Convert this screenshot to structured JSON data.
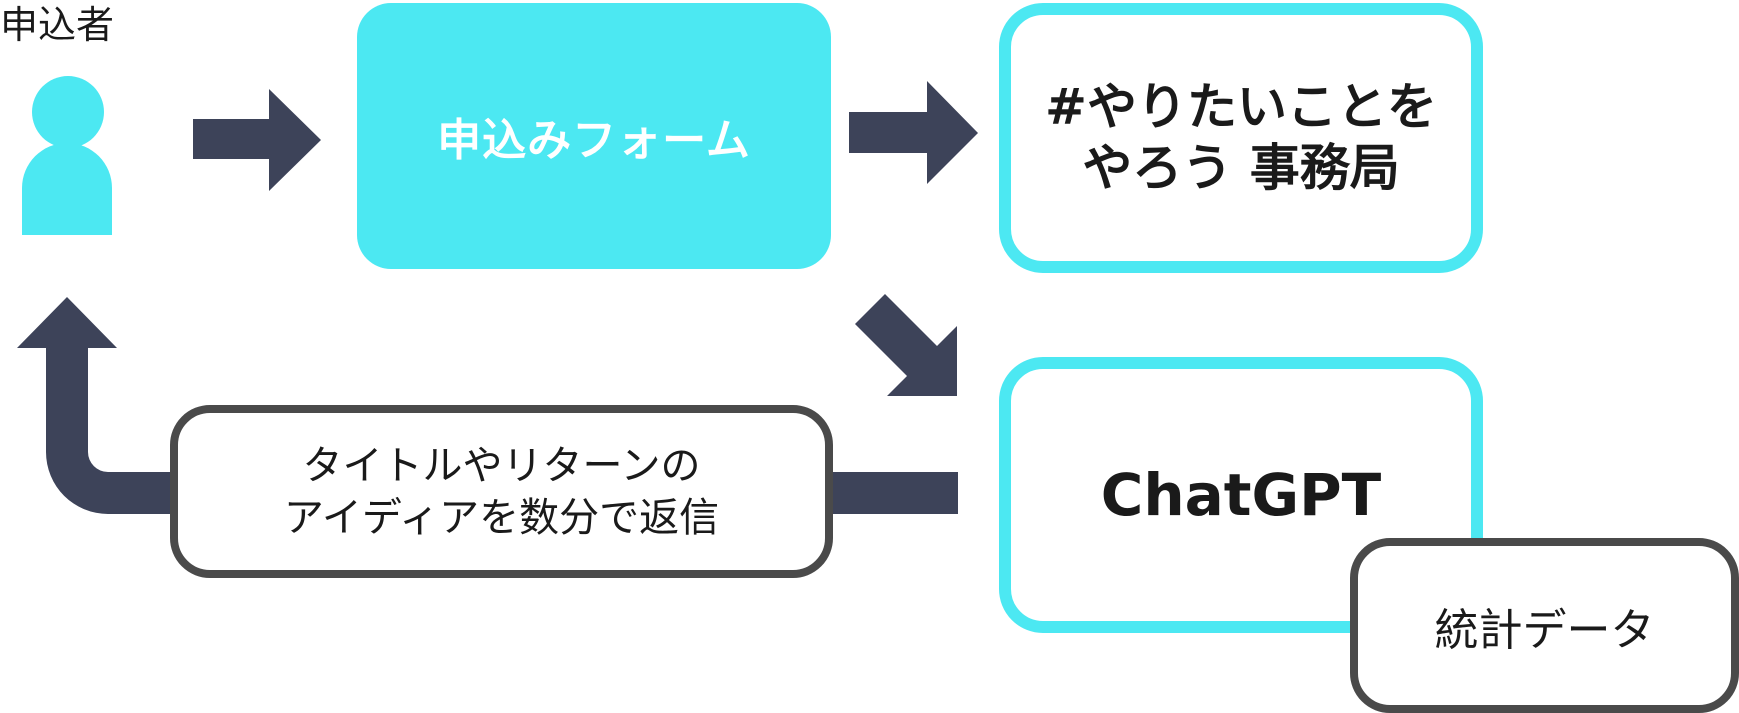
{
  "applicant": {
    "label": "申込者",
    "icon": "person-icon"
  },
  "nodes": {
    "form": "申込みフォーム",
    "office": {
      "line1": "#やりたいことを",
      "line2": "やろう 事務局"
    },
    "chatgpt": "ChatGPT",
    "stats": "統計データ",
    "reply": {
      "line1": "タイトルやリターンの",
      "line2": "アイディアを数分で返信"
    }
  },
  "colors": {
    "accent_cyan": "#4ce8f2",
    "arrow_navy": "#3d4359",
    "border_gray": "#4a4a4a"
  }
}
